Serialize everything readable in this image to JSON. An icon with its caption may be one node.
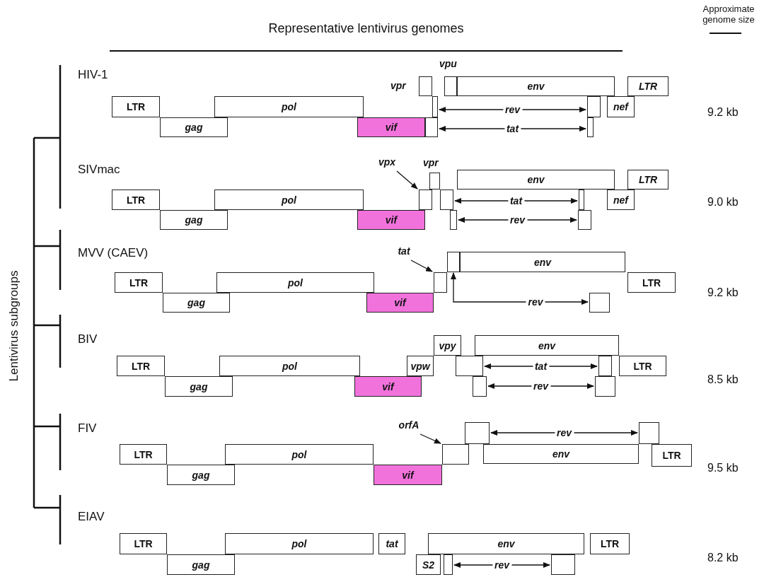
{
  "diagram": {
    "title": "Representative lentivirus genomes",
    "nodes": [
      {
        "text": [
          "LTR"
        ]
      },
      {
        "text": [
          "gag"
        ]
      },
      {
        "text": [
          "pol"
        ]
      },
      {
        "text": [
          "vif"
        ]
      },
      {
        "text": [],
        "shape": "box",
        "beside": [
          "vpr"
        ]
      },
      {
        "text": [],
        "shape": "box"
      },
      {
        "text": [],
        "shape": "box"
      },
      {
        "text": [],
        "shape": "box",
        "beside": [
          "vpu"
        ]
      },
      {
        "text": [
          "env"
        ]
      },
      {
        "text": [],
        "shape": "box"
      },
      {
        "text": [],
        "shape": "box"
      },
      {
        "text": [
          "nef"
        ]
      },
      {
        "text": [
          "LTR"
        ]
      },
      {
        "text": [
          "LTR"
        ]
      },
      {
        "text": [
          "gag"
        ]
      },
      {
        "text": [
          "pol"
        ]
      },
      {
        "text": [
          "vif"
        ]
      },
      {
        "text": [
          "vpx"
        ]
      },
      {
        "text": [],
        "shape": "box"
      },
      {
        "text": [],
        "shape": "box",
        "beside": [
          "vpr"
        ]
      },
      {
        "text": [],
        "shape": "box"
      },
      {
        "text": [],
        "shape": "box"
      },
      {
        "text": [
          "env"
        ]
      },
      {
        "text": [],
        "shape": "box"
      },
      {
        "text": [],
        "shape": "box"
      },
      {
        "text": [
          "nef"
        ]
      },
      {
        "text": [
          "LTR"
        ]
      },
      {
        "text": [
          "LTR"
        ]
      },
      {
        "text": [
          "gag"
        ]
      },
      {
        "text": [
          "pol"
        ]
      },
      {
        "text": [
          "vif"
        ]
      },
      {
        "text": [
          "tat"
        ]
      },
      {
        "text": [],
        "shape": "box"
      },
      {
        "text": [],
        "shape": "box"
      },
      {
        "text": [
          "env"
        ]
      },
      {
        "text": [],
        "shape": "box"
      },
      {
        "text": [
          "LTR"
        ]
      },
      {
        "text": [
          "LTR"
        ]
      },
      {
        "text": [
          "gag"
        ]
      },
      {
        "text": [
          "pol"
        ]
      },
      {
        "text": [
          "vif"
        ]
      },
      {
        "text": [
          "vpw"
        ]
      },
      {
        "text": [
          "vpy"
        ]
      },
      {
        "text": [],
        "shape": "box"
      },
      {
        "text": [],
        "shape": "box"
      },
      {
        "text": [
          "env"
        ]
      },
      {
        "text": [],
        "shape": "box"
      },
      {
        "text": [],
        "shape": "box"
      },
      {
        "text": [
          "LTR"
        ]
      },
      {
        "text": [
          "LTR"
        ]
      },
      {
        "text": [
          "gag"
        ]
      },
      {
        "text": [
          "pol"
        ]
      },
      {
        "text": [
          "vif"
        ]
      },
      {
        "text": [
          "orfA"
        ]
      },
      {
        "text": [],
        "shape": "box"
      },
      {
        "text": [],
        "shape": "box"
      },
      {
        "text": [
          "env"
        ]
      },
      {
        "text": [],
        "shape": "box"
      },
      {
        "text": [
          "LTR"
        ]
      },
      {
        "text": [
          "LTR"
        ]
      },
      {
        "text": [
          "gag"
        ]
      },
      {
        "text": [
          "pol"
        ]
      },
      {
        "text": [
          "tat"
        ]
      },
      {
        "text": [
          "S2"
        ]
      },
      {
        "text": [],
        "shape": "box"
      },
      {
        "text": [
          "env"
        ]
      },
      {
        "text": [],
        "shape": "box"
      },
      {
        "text": [
          "LTR"
        ]
      }
    ],
    "edges": [
      {
        "from": 6,
        "to": 9,
        "arrow": "both",
        "label": "rev"
      },
      {
        "from": 5,
        "to": 10,
        "arrow": "both",
        "label": "tat"
      },
      {
        "from": 17,
        "to": 18,
        "arrow": "to"
      },
      {
        "from": 20,
        "to": 23,
        "arrow": "both",
        "label": "tat"
      },
      {
        "from": 21,
        "to": 24,
        "arrow": "both",
        "label": "rev"
      },
      {
        "from": 31,
        "to": 32,
        "arrow": "to"
      },
      {
        "from": 33,
        "to": 35,
        "arrow": "both",
        "label": "rev"
      },
      {
        "from": 43,
        "to": 46,
        "arrow": "both",
        "label": "tat"
      },
      {
        "from": 44,
        "to": 47,
        "arrow": "both",
        "label": "rev"
      },
      {
        "from": 53,
        "to": 54,
        "arrow": "to"
      },
      {
        "from": 55,
        "to": 57,
        "arrow": "both",
        "label": "rev"
      },
      {
        "from": 64,
        "to": 66,
        "arrow": "both",
        "label": "rev"
      }
    ],
    "labels": [
      "Approximate genome size",
      "HIV-1",
      "9.2 kb",
      "SIVmac",
      "9.0 kb",
      "MVV (CAEV)",
      "9.2 kb",
      "BIV",
      "8.5 kb",
      "FIV",
      "9.5 kb",
      "EIAV",
      "8.2 kb",
      "Lentivirus subgroups"
    ]
  }
}
